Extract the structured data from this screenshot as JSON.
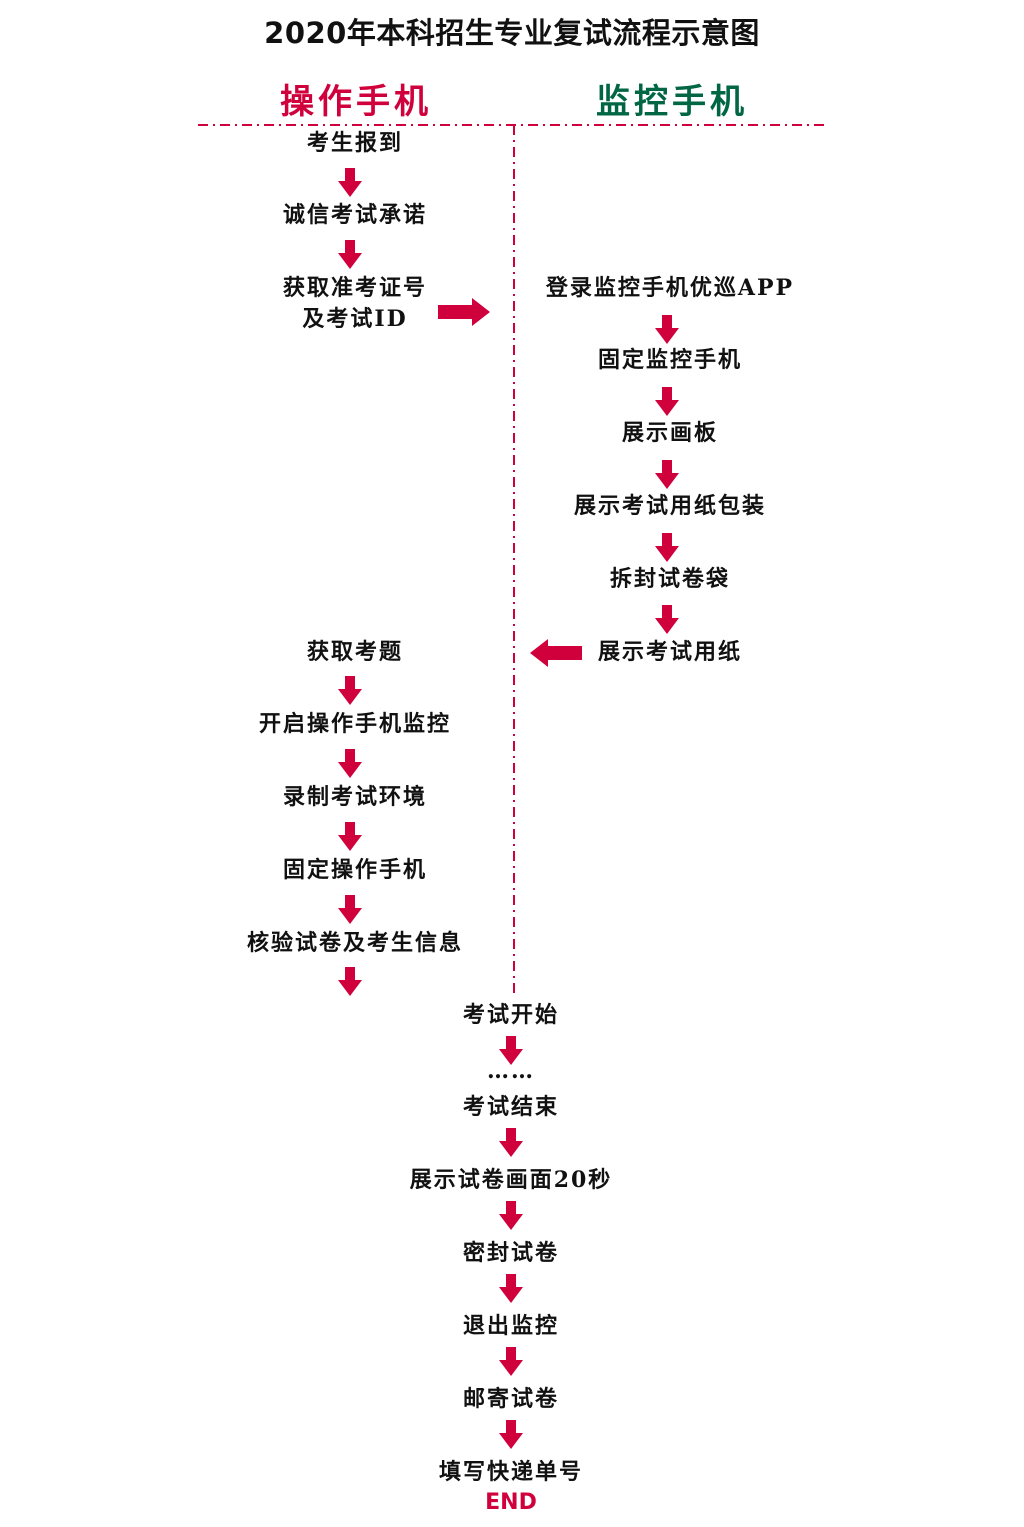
{
  "title": "2020年本科招生专业复试流程示意图",
  "colors": {
    "accent": "#d0003c",
    "green": "#006644",
    "dash": "#d0003c"
  },
  "columns": {
    "left": "操作手机",
    "right": "监控手机"
  },
  "left_steps_a": [
    "考生报到",
    "诚信考试承诺",
    "获取准考证号",
    "及考试ID"
  ],
  "right_steps": [
    "登录监控手机优巡APP",
    "固定监控手机",
    "展示画板",
    "展示考试用纸包装",
    "拆封试卷袋",
    "展示考试用纸"
  ],
  "left_steps_b": [
    "获取考题",
    "开启操作手机监控",
    "录制考试环境",
    "固定操作手机",
    "核验试卷及考生信息"
  ],
  "center_steps": [
    "考试开始",
    "……",
    "考试结束",
    "展示试卷画面20秒",
    "密封试卷",
    "退出监控",
    "邮寄试卷",
    "填写快递单号"
  ],
  "end_label": "END"
}
